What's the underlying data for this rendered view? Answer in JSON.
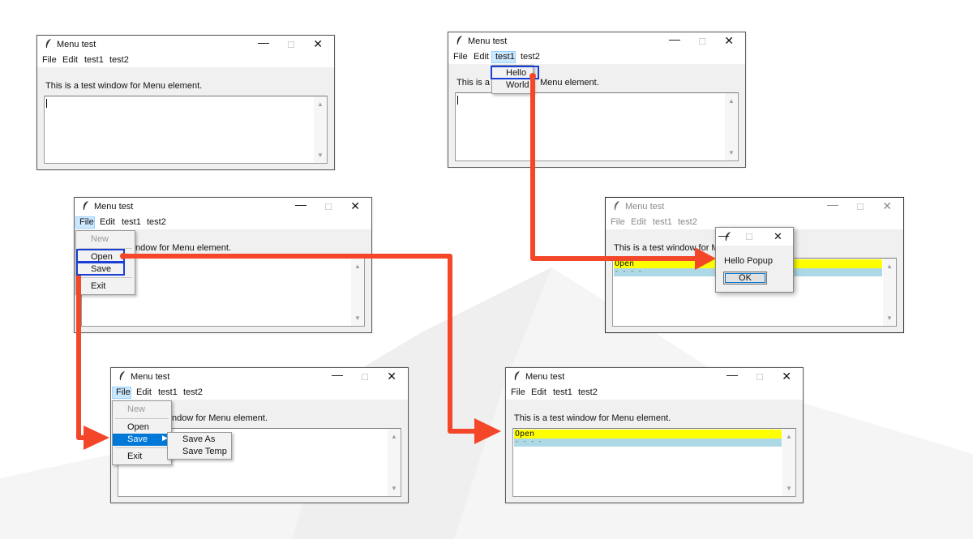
{
  "window": {
    "title": "Menu test",
    "menu": {
      "file": "File",
      "edit": "Edit",
      "test1": "test1",
      "test2": "test2"
    },
    "label": "This is a test window for Menu element.",
    "label_partial_file": "ndow for Menu element.",
    "label_partial_test1_left": "This is a te",
    "label_partial_test1_right": "Menu element.",
    "label_partial_popup": "This is a test window for Menu"
  },
  "file_menu": {
    "items": [
      "New",
      "Open",
      "Save",
      "Exit"
    ],
    "disabled": "New",
    "save_submenu": [
      "Save As",
      "Save Temp"
    ]
  },
  "test1_menu": {
    "items": [
      "Hello",
      "World"
    ]
  },
  "text_output": {
    "line1": "Open",
    "line2": "- - - -"
  },
  "popup": {
    "message": "Hello Popup",
    "ok_label": "OK"
  },
  "icons": {
    "app": "feather-icon",
    "minimize": "minimize-icon",
    "maximize": "maximize-icon",
    "close": "close-icon",
    "scroll_up": "scroll-up-icon",
    "scroll_down": "scroll-down-icon",
    "submenu": "submenu-arrow-icon"
  },
  "colors": {
    "arrow": "#f4472a",
    "highlight_box": "#1a3fd6",
    "menu_selected": "#0078d7",
    "line1_bg": "#ffff00",
    "line2_bg": "#add8e6"
  }
}
